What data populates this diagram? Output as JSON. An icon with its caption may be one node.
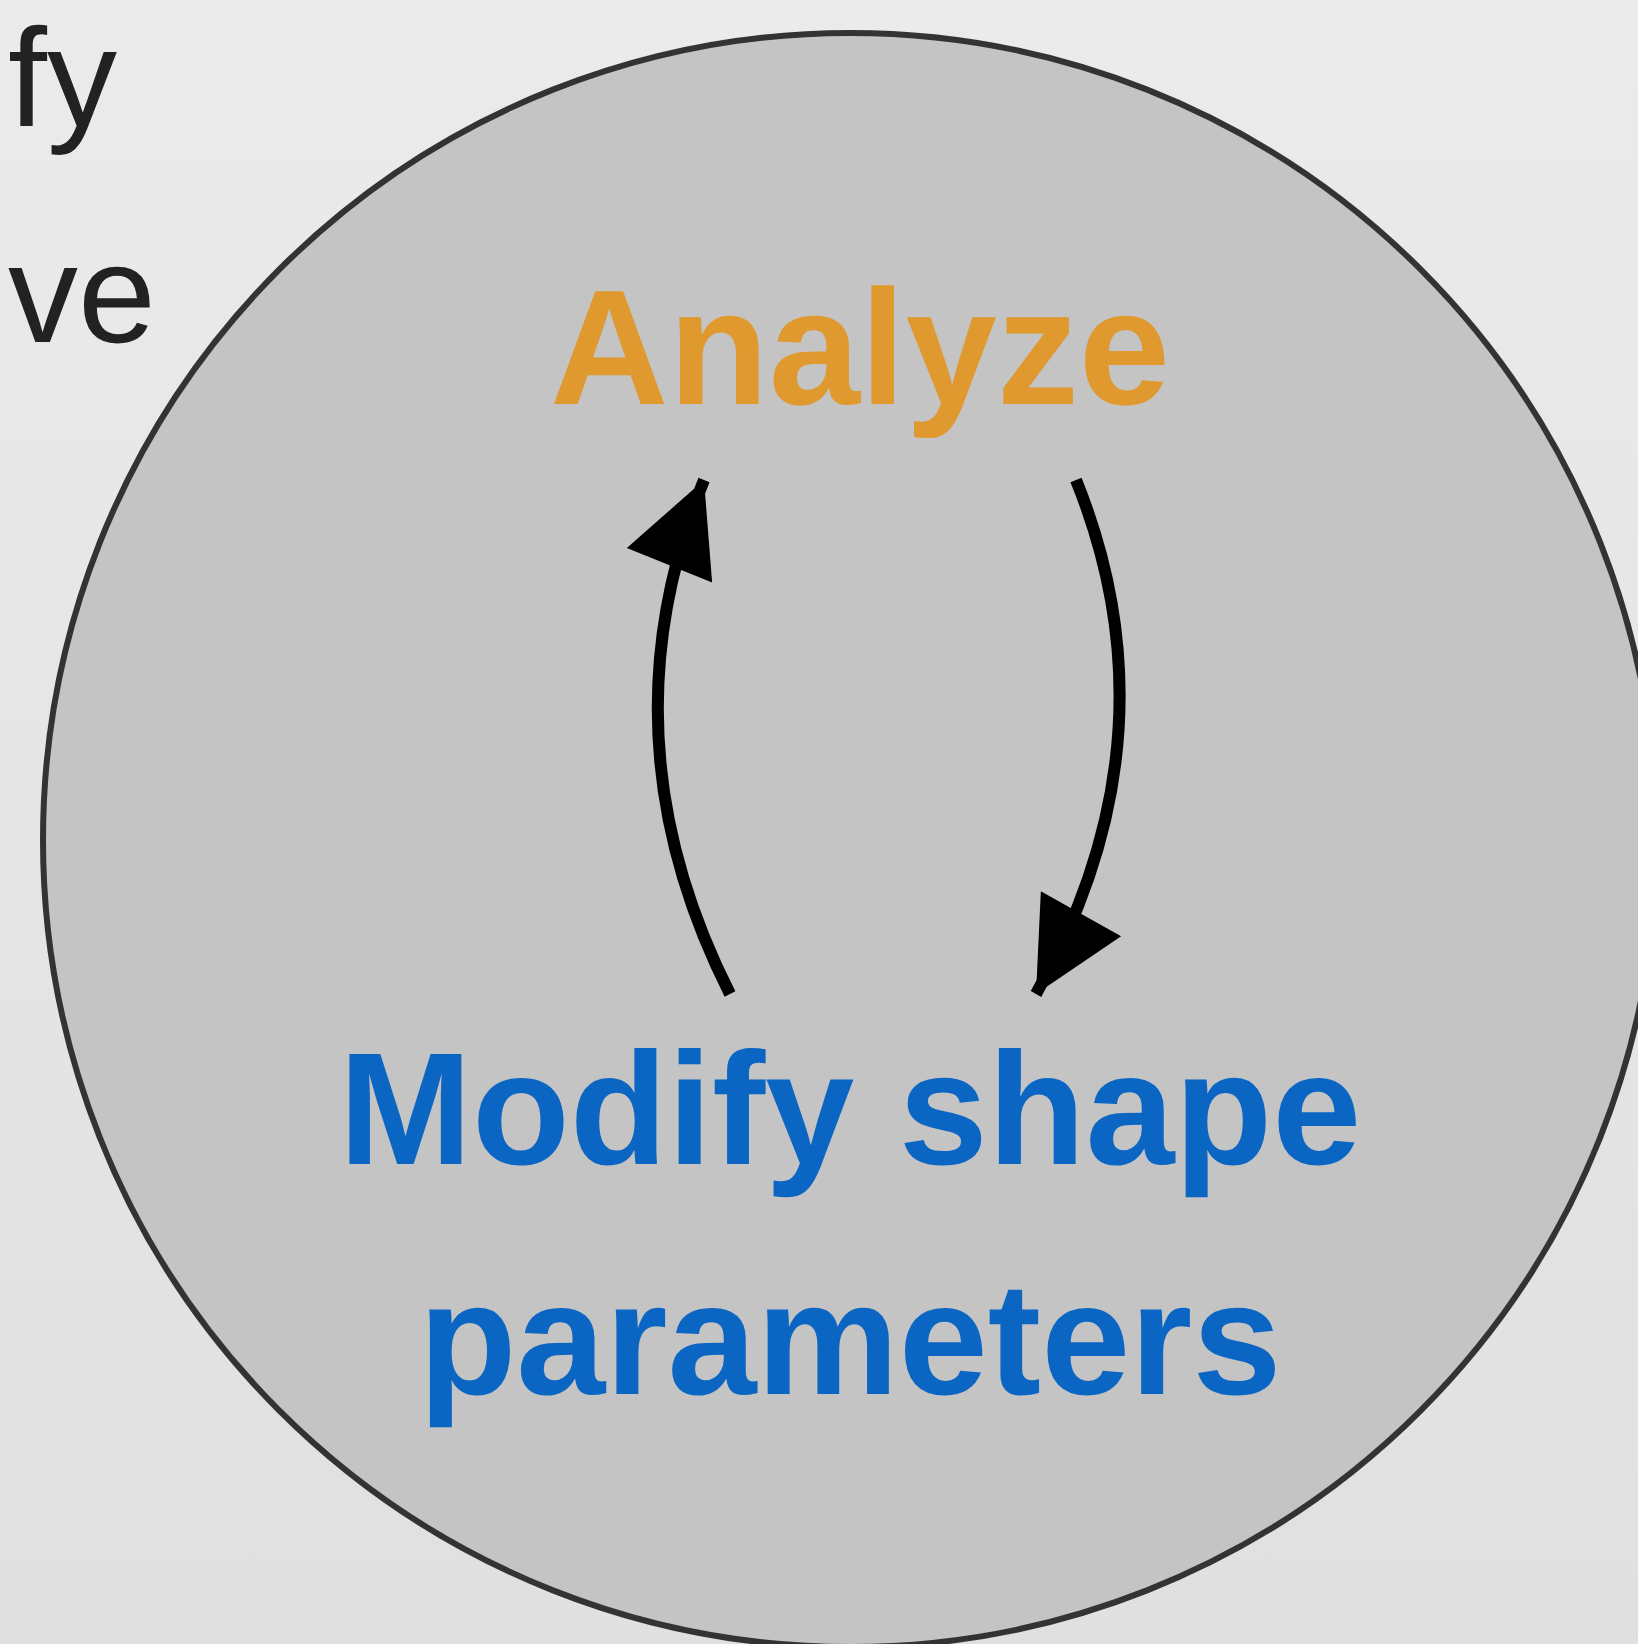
{
  "diagram": {
    "nodes": [
      {
        "text": [],
        "shape": "circle"
      },
      {
        "text": [
          "Analyze"
        ],
        "in": 0
      },
      {
        "text": [
          "Modify shape parameters"
        ],
        "in": 0
      }
    ],
    "edges": [
      {
        "from": 2,
        "to": 1,
        "arrow": "to"
      },
      {
        "from": 1,
        "to": 2,
        "arrow": "to"
      }
    ],
    "labels": [
      "fy",
      "ve"
    ]
  }
}
